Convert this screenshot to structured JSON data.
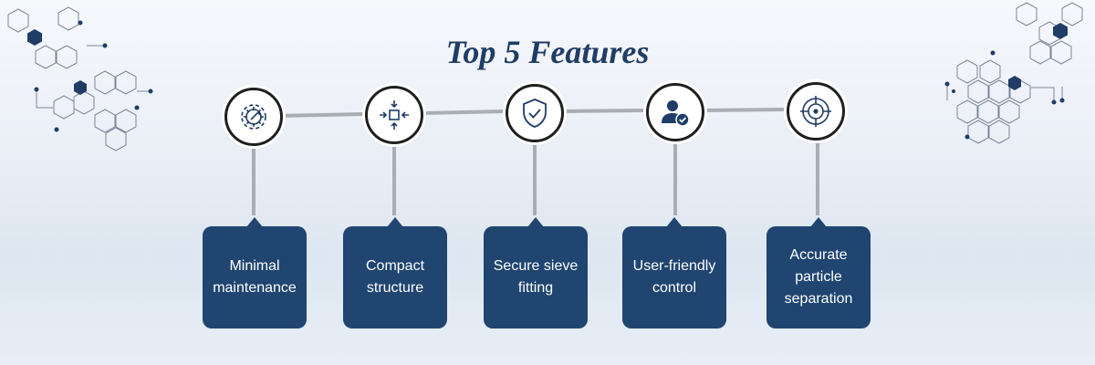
{
  "title": "Top 5 Features",
  "features": [
    {
      "label": "Minimal maintenance",
      "icon": "gear-maintenance-icon"
    },
    {
      "label": "Compact structure",
      "icon": "compact-arrows-icon"
    },
    {
      "label": "Secure sieve fitting",
      "icon": "shield-check-icon"
    },
    {
      "label": "User-friendly control",
      "icon": "user-check-icon"
    },
    {
      "label": "Accurate particle separation",
      "icon": "target-crosshair-icon"
    }
  ],
  "colors": {
    "title": "#1f3d66",
    "card": "#1f4570",
    "connector": "#a9adb4",
    "hexagon_fill": "#1f3d66"
  }
}
